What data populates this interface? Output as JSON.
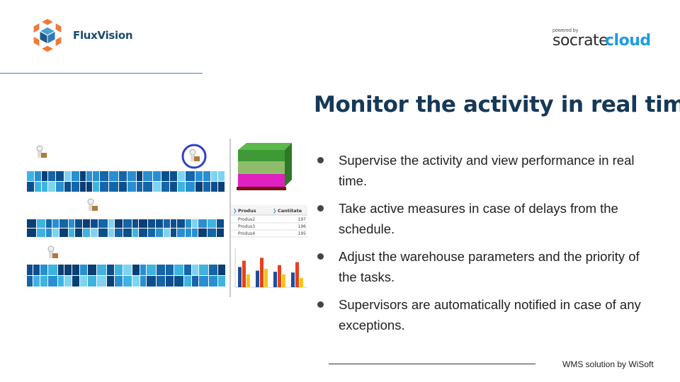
{
  "brand": {
    "name": "FluxVision",
    "logo_icon": "cube-hexagon-logo-icon"
  },
  "partner": {
    "powered_by": "powered by",
    "word1": "socrate",
    "word2": "cloud",
    "accent": "#1e9ce0"
  },
  "slide": {
    "title": "Monitor the activity in real time",
    "bullets": [
      {
        "text": "Supervise the activity and view performance in real time."
      },
      {
        "text": "Take active measures in case of delays from the schedule."
      },
      {
        "text": "Adjust the warehouse parameters and the priority of the tasks."
      },
      {
        "text": "Supervisors are automatically notified in case of any exceptions."
      }
    ],
    "footer": "WMS solution by WiSoft"
  },
  "illustration": {
    "table": {
      "headers": [
        "Produs",
        "Cantitate"
      ],
      "rows": [
        [
          "Produs2",
          "197"
        ],
        [
          "Produs3",
          "196"
        ],
        [
          "Produs4",
          "195"
        ]
      ]
    }
  },
  "colors": {
    "title": "#163957",
    "brand": "#1a4a6e",
    "rack_dark": "#0d4f8b",
    "rack_light": "#3fb3e0"
  }
}
